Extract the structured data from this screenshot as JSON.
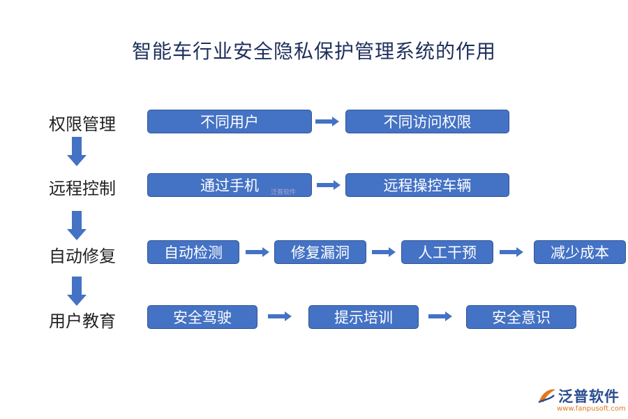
{
  "title": "智能车行业安全隐私保护管理系统的作用",
  "rows": [
    {
      "label": "权限管理",
      "steps": [
        "不同用户",
        "不同访问权限"
      ]
    },
    {
      "label": "远程控制",
      "steps": [
        "通过手机",
        "远程操控车辆"
      ]
    },
    {
      "label": "自动修复",
      "steps": [
        "自动检测",
        "修复漏洞",
        "人工干预",
        "减少成本"
      ]
    },
    {
      "label": "用户教育",
      "steps": [
        "安全驾驶",
        "提示培训",
        "安全意识"
      ]
    }
  ],
  "watermark": "泛普软件",
  "logo": {
    "name": "泛普软件",
    "url": "www.fanpusoft.com"
  },
  "colors": {
    "box_fill": "#4472c4",
    "box_border": "#2f5597",
    "arrow": "#4472c4",
    "title": "#1f2f5c"
  }
}
